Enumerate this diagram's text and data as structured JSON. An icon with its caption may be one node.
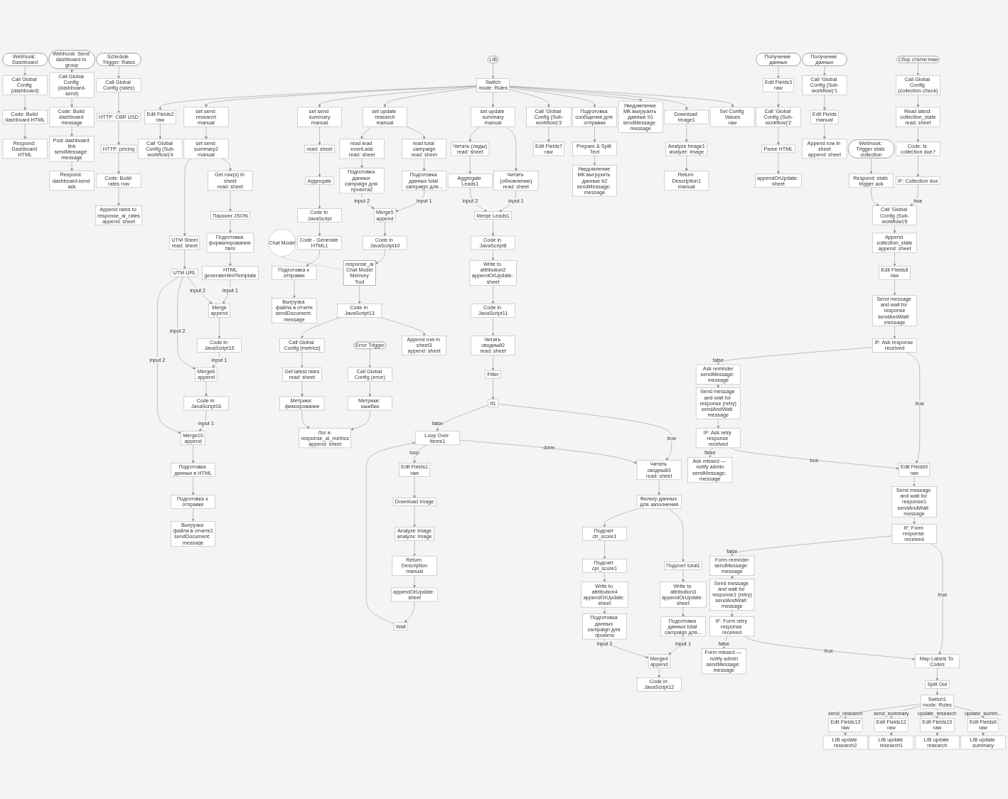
{
  "diagram": {
    "nodes": [
      {
        "text": [
          "Webhook: Dashboard"
        ]
      },
      {
        "text": [
          "Call Global Config (dashboard)"
        ]
      },
      {
        "text": [
          "Code: Build dashboard HTML"
        ]
      },
      {
        "text": [
          "Respond: Dashboard HTML"
        ]
      },
      {
        "text": [
          "Webhook: Send dashboard to group"
        ]
      },
      {
        "text": [
          "Call Global Config (dashboard-send)"
        ]
      },
      {
        "text": [
          "Code: Build dashboard message"
        ]
      },
      {
        "text": [
          "Post dashboard link",
          "sendMessage: message"
        ]
      },
      {
        "text": [
          "Respond: dashboard-send ack"
        ]
      },
      {
        "text": [
          "Schedule Trigger: Rates"
        ]
      },
      {
        "text": [
          "Call Global Config (rates)"
        ]
      },
      {
        "text": [
          "HTTP: CBR USD"
        ]
      },
      {
        "text": [
          "HTTP: pricing"
        ]
      },
      {
        "text": [
          "Code: Build rates row"
        ]
      },
      {
        "text": [
          "Append rates to response_ai_rates",
          "append: sheet"
        ]
      },
      {
        "text": [
          "LIB"
        ]
      },
      {
        "text": [
          "Switch",
          "mode: Rules"
        ]
      },
      {
        "text": [
          "Set Config Values",
          "raw"
        ]
      },
      {
        "text": [
          "Download Image1"
        ]
      },
      {
        "text": [
          "Analyze Image1",
          "analyze: image"
        ]
      },
      {
        "text": [
          "Return Description1",
          "manual"
        ]
      },
      {
        "text": [
          "Уведомление МК выгрузить данные b1",
          "sendMessage: message"
        ]
      },
      {
        "text": [
          "Подготовка сообщения для отправки"
        ]
      },
      {
        "text": [
          "Prepare & Split Text"
        ]
      },
      {
        "text": [
          "Уведомление МК выгрузить данные b2",
          "sendMessage: message"
        ]
      },
      {
        "text": [
          "Call 'Global Config (Sub-workflow)'3"
        ]
      },
      {
        "text": [
          "Edit Fields7",
          "raw"
        ]
      },
      {
        "text": [
          "set update summary",
          "manual"
        ]
      },
      {
        "text": [
          "Читать (обновление)",
          "read: sheet"
        ]
      },
      {
        "text": [
          "Читать (лиды)",
          "read: sheet"
        ]
      },
      {
        "text": [
          "Aggregate Leads1"
        ]
      },
      {
        "text": [
          "Merge Leads1"
        ]
      },
      {
        "text": [
          "Code in JavaScript8"
        ]
      },
      {
        "text": [
          "Write to attribution2",
          "appendOrUpdate: sheet"
        ]
      },
      {
        "text": [
          "Code in JavaScript11"
        ]
      },
      {
        "text": [
          "Читать сводный2",
          "read: sheet"
        ]
      },
      {
        "text": [
          "Filter"
        ]
      },
      {
        "text": [
          "If1"
        ]
      },
      {
        "text": [
          "Читать сводный3",
          "read: sheet"
        ]
      },
      {
        "text": [
          "Фильтр данных для заполнения"
        ]
      },
      {
        "text": [
          "Подсчет total1"
        ]
      },
      {
        "text": [
          "Write to attribution3",
          "appendOrUpdate: sheet"
        ]
      },
      {
        "text": [
          "Подготовка данных total campaign для..."
        ]
      },
      {
        "text": [
          "Подсчет ctr_score1"
        ]
      },
      {
        "text": [
          "Подсчет cpl_score1"
        ]
      },
      {
        "text": [
          "Write to attribution4",
          "appendOrUpdate: sheet"
        ]
      },
      {
        "text": [
          "Подготовка данных campaign для проекта"
        ]
      },
      {
        "text": [
          "Merge4",
          "append"
        ]
      },
      {
        "text": [
          "Code in JavaScript12"
        ]
      },
      {
        "text": [
          "Loop Over Items1"
        ]
      },
      {
        "text": [
          "Edit Fields1",
          "raw"
        ]
      },
      {
        "text": [
          "Download Image"
        ]
      },
      {
        "text": [
          "Analyze Image",
          "analyze: image"
        ]
      },
      {
        "text": [
          "Return Description",
          "manual"
        ]
      },
      {
        "text": [
          "appendOrUpdate: sheet"
        ]
      },
      {
        "text": [
          "Wait"
        ]
      },
      {
        "text": [
          "set update research",
          "manual"
        ]
      },
      {
        "text": [
          "read total campaign",
          "read: sheet"
        ]
      },
      {
        "text": [
          "Подготовка данных total campaign для..."
        ]
      },
      {
        "text": [
          "read lead event.ads",
          "read: sheet"
        ]
      },
      {
        "text": [
          "Подготовка данных campaign для проекта2"
        ]
      },
      {
        "text": [
          "Merge5",
          "append"
        ]
      },
      {
        "text": [
          "Code in JavaScript10"
        ]
      },
      {
        "text": [
          "response_ai",
          "Chat Model",
          "Memory",
          "Tool"
        ]
      },
      {
        "text": [
          "Chat Model"
        ]
      },
      {
        "text": [
          "Code in JavaScript13"
        ]
      },
      {
        "text": [
          "Append row in sheet3",
          "append: sheet"
        ]
      },
      {
        "text": [
          "Call Global Config (metrics)"
        ]
      },
      {
        "text": [
          "Get latest rates",
          "read: sheet"
        ]
      },
      {
        "text": [
          "Метрики: фиксирование"
        ]
      },
      {
        "text": [
          "Лог в response_ai_metrics",
          "append: sheet"
        ]
      },
      {
        "text": [
          "set send summary",
          "manual"
        ]
      },
      {
        "text": [
          "read: sheet"
        ]
      },
      {
        "text": [
          "Aggregate"
        ]
      },
      {
        "text": [
          "Code in JavaScript"
        ]
      },
      {
        "text": [
          "Code - Generate HTML1"
        ]
      },
      {
        "text": [
          "Подготовка к отправке"
        ]
      },
      {
        "text": [
          "Выгрузка файла в отчете",
          "sendDocument: message"
        ]
      },
      {
        "text": [
          "set send research",
          "manual"
        ]
      },
      {
        "text": [
          "set send summary2",
          "manual"
        ]
      },
      {
        "text": [
          "Get row(s) in sheet",
          "read: sheet"
        ]
      },
      {
        "text": [
          "Парсинг JSON"
        ]
      },
      {
        "text": [
          "Подготовка форматирования html"
        ]
      },
      {
        "text": [
          "HTML",
          "generateHtmlTemplate"
        ]
      },
      {
        "text": [
          "Merge",
          "append"
        ]
      },
      {
        "text": [
          "Code in JavaScript15"
        ]
      },
      {
        "text": [
          "Merge6",
          "append"
        ]
      },
      {
        "text": [
          "Code in JavaScript16"
        ]
      },
      {
        "text": [
          "Merge10",
          "append"
        ]
      },
      {
        "text": [
          "Подготовка данных в HTML"
        ]
      },
      {
        "text": [
          "Подготовка к отправке"
        ]
      },
      {
        "text": [
          "Выгрузка файла в отчете2",
          "sendDocument: message"
        ]
      },
      {
        "text": [
          "UTM Sheet",
          "read: sheet"
        ]
      },
      {
        "text": [
          "UTM URL"
        ]
      },
      {
        "text": [
          "Edit Fields2",
          "raw"
        ]
      },
      {
        "text": [
          "Call 'Global Config (Sub-workflow)'4"
        ]
      },
      {
        "text": [
          "Error Trigger"
        ]
      },
      {
        "text": [
          "Call Global Config (error)"
        ]
      },
      {
        "text": [
          "Метрики: ошибка"
        ]
      },
      {
        "text": [
          "Получение данных"
        ]
      },
      {
        "text": [
          "Edit Fields3",
          "raw"
        ]
      },
      {
        "text": [
          "Call 'Global Config (Sub-workflow)'2"
        ]
      },
      {
        "text": [
          "Parse HTML"
        ]
      },
      {
        "text": [
          "appendOrUpdate: sheet"
        ]
      },
      {
        "text": [
          "Получение данных"
        ]
      },
      {
        "text": [
          "Call 'Global Config (Sub-workflow)'1"
        ]
      },
      {
        "text": [
          "Edit Fields",
          "manual"
        ]
      },
      {
        "text": [
          "Append row in sheet",
          "append: sheet"
        ]
      },
      {
        "text": [
          "Сбор статистики"
        ]
      },
      {
        "text": [
          "Call Global Config (collection check)"
        ]
      },
      {
        "text": [
          "Read latest collection_state",
          "read: sheet"
        ]
      },
      {
        "text": [
          "Code: Is collection due?"
        ]
      },
      {
        "text": [
          "IF: Collection due"
        ]
      },
      {
        "text": [
          "Webhook: Trigger stats collection"
        ]
      },
      {
        "text": [
          "Respond: stats trigger ack"
        ]
      },
      {
        "text": [
          "Call 'Global Config (Sub-workflow)'6"
        ]
      },
      {
        "text": [
          "Append collection_state",
          "append: sheet"
        ]
      },
      {
        "text": [
          "Edit Fields8",
          "raw"
        ]
      },
      {
        "text": [
          "Send message and wait for response",
          "sendAndWait: message"
        ]
      },
      {
        "text": [
          "IF: Ask response received"
        ]
      },
      {
        "text": [
          "Ask reminder",
          "sendMessage: message"
        ]
      },
      {
        "text": [
          "Send message and wait for response (retry)",
          "sendAndWait: message"
        ]
      },
      {
        "text": [
          "IF: Ask retry response received"
        ]
      },
      {
        "text": [
          "Ask missed — notify admin",
          "sendMessage: message"
        ]
      },
      {
        "text": [
          "Edit Fields9",
          "raw"
        ]
      },
      {
        "text": [
          "Send message and wait for response1",
          "sendAndWait: message"
        ]
      },
      {
        "text": [
          "IF: Form response received"
        ]
      },
      {
        "text": [
          "Form reminder",
          "sendMessage: message"
        ]
      },
      {
        "text": [
          "Send message and wait for response1 (retry)",
          "sendAndWait: message"
        ]
      },
      {
        "text": [
          "IF: Form retry response received"
        ]
      },
      {
        "text": [
          "Form missed — notify admin",
          "sendMessage: message"
        ]
      },
      {
        "text": [
          "Map Labels To Codes"
        ]
      },
      {
        "text": [
          "Split Out"
        ]
      },
      {
        "text": [
          "Switch1",
          "mode: Rules"
        ]
      },
      {
        "text": [
          "Edit Fields6",
          "raw"
        ]
      },
      {
        "text": [
          "LIB update summary"
        ]
      },
      {
        "text": [
          "Edit Fields10",
          "raw"
        ]
      },
      {
        "text": [
          "LIB update research"
        ]
      },
      {
        "text": [
          "Edit Fields12",
          "raw"
        ]
      },
      {
        "text": [
          "LIB update research1"
        ]
      },
      {
        "text": [
          "Edit Fields13",
          "raw"
        ]
      },
      {
        "text": [
          "LIB update research2"
        ]
      }
    ],
    "edges": [
      {
        "from": 0,
        "to": 1,
        "arrow": "to"
      },
      {
        "from": 1,
        "to": 2,
        "arrow": "to"
      },
      {
        "from": 2,
        "to": 3,
        "arrow": "to"
      },
      {
        "from": 4,
        "to": 5,
        "arrow": "to"
      },
      {
        "from": 5,
        "to": 6,
        "arrow": "to"
      },
      {
        "from": 6,
        "to": 7,
        "arrow": "to"
      },
      {
        "from": 7,
        "to": 8,
        "arrow": "to"
      },
      {
        "from": 9,
        "to": 10,
        "arrow": "to"
      },
      {
        "from": 10,
        "to": 11,
        "arrow": "to"
      },
      {
        "from": 11,
        "to": 12,
        "arrow": "to"
      },
      {
        "from": 12,
        "to": 13,
        "arrow": "to"
      },
      {
        "from": 13,
        "to": 14,
        "arrow": "to"
      },
      {
        "from": 15,
        "to": 16,
        "arrow": "to"
      },
      {
        "from": 16,
        "to": 17,
        "arrow": "to"
      },
      {
        "from": 16,
        "to": 18,
        "arrow": "to"
      },
      {
        "from": 16,
        "to": 21,
        "arrow": "to"
      },
      {
        "from": 16,
        "to": 22,
        "arrow": "to"
      },
      {
        "from": 16,
        "to": 25,
        "arrow": "to"
      },
      {
        "from": 16,
        "to": 27,
        "arrow": "to"
      },
      {
        "from": 16,
        "to": 56,
        "arrow": "to"
      },
      {
        "from": 16,
        "to": 71,
        "arrow": "to"
      },
      {
        "from": 16,
        "to": 78,
        "arrow": "to"
      },
      {
        "from": 16,
        "to": 94,
        "arrow": "to"
      },
      {
        "from": 18,
        "to": 19,
        "arrow": "to"
      },
      {
        "from": 19,
        "to": 20,
        "arrow": "to"
      },
      {
        "from": 22,
        "to": 23,
        "arrow": "to"
      },
      {
        "from": 23,
        "to": 24,
        "arrow": "to"
      },
      {
        "from": 25,
        "to": 26,
        "arrow": "to"
      },
      {
        "from": 27,
        "to": 28,
        "arrow": "to"
      },
      {
        "from": 27,
        "to": 29,
        "arrow": "to"
      },
      {
        "from": 28,
        "to": 31,
        "arrow": "to",
        "label": "input 1"
      },
      {
        "from": 29,
        "to": 30,
        "arrow": "to"
      },
      {
        "from": 30,
        "to": 31,
        "arrow": "to",
        "label": "input 2"
      },
      {
        "from": 31,
        "to": 32,
        "arrow": "to"
      },
      {
        "from": 32,
        "to": 33,
        "arrow": "to"
      },
      {
        "from": 33,
        "to": 34,
        "arrow": "to"
      },
      {
        "from": 34,
        "to": 35,
        "arrow": "to"
      },
      {
        "from": 35,
        "to": 36,
        "arrow": "to"
      },
      {
        "from": 36,
        "to": 37,
        "arrow": "to"
      },
      {
        "from": 37,
        "to": 38,
        "arrow": "to",
        "label": "true"
      },
      {
        "from": 37,
        "to": 49,
        "arrow": "to",
        "label": "false"
      },
      {
        "from": 38,
        "to": 39,
        "arrow": "to"
      },
      {
        "from": 39,
        "to": 40,
        "arrow": "to"
      },
      {
        "from": 39,
        "to": 43,
        "arrow": "to"
      },
      {
        "from": 40,
        "to": 41,
        "arrow": "to"
      },
      {
        "from": 41,
        "to": 42,
        "arrow": "to"
      },
      {
        "from": 42,
        "to": 47,
        "arrow": "to",
        "label": "input 1"
      },
      {
        "from": 43,
        "to": 44,
        "arrow": "to"
      },
      {
        "from": 44,
        "to": 45,
        "arrow": "to"
      },
      {
        "from": 45,
        "to": 46,
        "arrow": "to"
      },
      {
        "from": 46,
        "to": 47,
        "arrow": "to",
        "label": "input 2"
      },
      {
        "from": 47,
        "to": 48,
        "arrow": "to"
      },
      {
        "from": 49,
        "to": 38,
        "arrow": "to",
        "label": "done"
      },
      {
        "from": 49,
        "to": 50,
        "arrow": "to",
        "label": "loop"
      },
      {
        "from": 50,
        "to": 51,
        "arrow": "to"
      },
      {
        "from": 51,
        "to": 52,
        "arrow": "to"
      },
      {
        "from": 52,
        "to": 53,
        "arrow": "to"
      },
      {
        "from": 53,
        "to": 54,
        "arrow": "to"
      },
      {
        "from": 54,
        "to": 55,
        "arrow": "to"
      },
      {
        "from": 55,
        "to": 49,
        "arrow": "to"
      },
      {
        "from": 56,
        "to": 57,
        "arrow": "to"
      },
      {
        "from": 56,
        "to": 59,
        "arrow": "to"
      },
      {
        "from": 57,
        "to": 58,
        "arrow": "to"
      },
      {
        "from": 58,
        "to": 61,
        "arrow": "to",
        "label": "input 1"
      },
      {
        "from": 59,
        "to": 60,
        "arrow": "to"
      },
      {
        "from": 60,
        "to": 61,
        "arrow": "to",
        "label": "input 2"
      },
      {
        "from": 61,
        "to": 62,
        "arrow": "to"
      },
      {
        "from": 62,
        "to": 63,
        "arrow": "to"
      },
      {
        "from": 64,
        "to": 63,
        "arrow": "none",
        "style": "dashed"
      },
      {
        "from": 63,
        "to": 65,
        "arrow": "to"
      },
      {
        "from": 65,
        "to": 66,
        "arrow": "to"
      },
      {
        "from": 65,
        "to": 67,
        "arrow": "to"
      },
      {
        "from": 67,
        "to": 68,
        "arrow": "to"
      },
      {
        "from": 68,
        "to": 69,
        "arrow": "to"
      },
      {
        "from": 69,
        "to": 70,
        "arrow": "to"
      },
      {
        "from": 71,
        "to": 72,
        "arrow": "to"
      },
      {
        "from": 72,
        "to": 73,
        "arrow": "to"
      },
      {
        "from": 73,
        "to": 74,
        "arrow": "to"
      },
      {
        "from": 74,
        "to": 75,
        "arrow": "to"
      },
      {
        "from": 75,
        "to": 76,
        "arrow": "to"
      },
      {
        "from": 76,
        "to": 77,
        "arrow": "to"
      },
      {
        "from": 78,
        "to": 79,
        "arrow": "to"
      },
      {
        "from": 79,
        "to": 80,
        "arrow": "to"
      },
      {
        "from": 79,
        "to": 92,
        "arrow": "to"
      },
      {
        "from": 80,
        "to": 81,
        "arrow": "to"
      },
      {
        "from": 81,
        "to": 82,
        "arrow": "to"
      },
      {
        "from": 82,
        "to": 83,
        "arrow": "to"
      },
      {
        "from": 83,
        "to": 84,
        "arrow": "to",
        "label": "input 1"
      },
      {
        "from": 92,
        "to": 93,
        "arrow": "to"
      },
      {
        "from": 93,
        "to": 84,
        "arrow": "to",
        "label": "input 2"
      },
      {
        "from": 84,
        "to": 85,
        "arrow": "to"
      },
      {
        "from": 85,
        "to": 86,
        "arrow": "to",
        "label": "input 1"
      },
      {
        "from": 93,
        "to": 86,
        "arrow": "to",
        "label": "input 2"
      },
      {
        "from": 86,
        "to": 87,
        "arrow": "to"
      },
      {
        "from": 87,
        "to": 88,
        "arrow": "to",
        "label": "input 1"
      },
      {
        "from": 93,
        "to": 88,
        "arrow": "to",
        "label": "input 2"
      },
      {
        "from": 88,
        "to": 89,
        "arrow": "to"
      },
      {
        "from": 89,
        "to": 90,
        "arrow": "to"
      },
      {
        "from": 90,
        "to": 91,
        "arrow": "to"
      },
      {
        "from": 94,
        "to": 95,
        "arrow": "to"
      },
      {
        "from": 96,
        "to": 97,
        "arrow": "to"
      },
      {
        "from": 97,
        "to": 98,
        "arrow": "to"
      },
      {
        "from": 98,
        "to": 70,
        "arrow": "to"
      },
      {
        "from": 99,
        "to": 100,
        "arrow": "to"
      },
      {
        "from": 100,
        "to": 101,
        "arrow": "to"
      },
      {
        "from": 101,
        "to": 102,
        "arrow": "to"
      },
      {
        "from": 102,
        "to": 103,
        "arrow": "to"
      },
      {
        "from": 104,
        "to": 105,
        "arrow": "to"
      },
      {
        "from": 105,
        "to": 106,
        "arrow": "to"
      },
      {
        "from": 106,
        "to": 107,
        "arrow": "to"
      },
      {
        "from": 108,
        "to": 109,
        "arrow": "to"
      },
      {
        "from": 109,
        "to": 110,
        "arrow": "to"
      },
      {
        "from": 110,
        "to": 111,
        "arrow": "to"
      },
      {
        "from": 111,
        "to": 112,
        "arrow": "to"
      },
      {
        "from": 112,
        "to": 115,
        "arrow": "to",
        "label": "true"
      },
      {
        "from": 113,
        "to": 114,
        "arrow": "to"
      },
      {
        "from": 114,
        "to": 115,
        "arrow": "to"
      },
      {
        "from": 115,
        "to": 116,
        "arrow": "to"
      },
      {
        "from": 116,
        "to": 117,
        "arrow": "to"
      },
      {
        "from": 117,
        "to": 118,
        "arrow": "to"
      },
      {
        "from": 118,
        "to": 119,
        "arrow": "to"
      },
      {
        "from": 119,
        "to": 124,
        "arrow": "to",
        "label": "true"
      },
      {
        "from": 119,
        "to": 120,
        "arrow": "to",
        "label": "false"
      },
      {
        "from": 120,
        "to": 121,
        "arrow": "to"
      },
      {
        "from": 121,
        "to": 122,
        "arrow": "to"
      },
      {
        "from": 122,
        "to": 124,
        "arrow": "to",
        "label": "true"
      },
      {
        "from": 122,
        "to": 123,
        "arrow": "to",
        "label": "false"
      },
      {
        "from": 124,
        "to": 125,
        "arrow": "to"
      },
      {
        "from": 125,
        "to": 126,
        "arrow": "to"
      },
      {
        "from": 126,
        "to": 131,
        "arrow": "to",
        "label": "true"
      },
      {
        "from": 126,
        "to": 127,
        "arrow": "to",
        "label": "false"
      },
      {
        "from": 127,
        "to": 128,
        "arrow": "to"
      },
      {
        "from": 128,
        "to": 129,
        "arrow": "to"
      },
      {
        "from": 129,
        "to": 131,
        "arrow": "to",
        "label": "true"
      },
      {
        "from": 129,
        "to": 130,
        "arrow": "to",
        "label": "false"
      },
      {
        "from": 131,
        "to": 132,
        "arrow": "to"
      },
      {
        "from": 132,
        "to": 133,
        "arrow": "to"
      },
      {
        "from": 133,
        "to": 134,
        "arrow": "to",
        "label": "update_summ..."
      },
      {
        "from": 133,
        "to": 136,
        "arrow": "to",
        "label": "update_research"
      },
      {
        "from": 133,
        "to": 138,
        "arrow": "to",
        "label": "send_summary"
      },
      {
        "from": 133,
        "to": 140,
        "arrow": "to",
        "label": "send_research"
      },
      {
        "from": 134,
        "to": 135,
        "arrow": "to"
      },
      {
        "from": 136,
        "to": 137,
        "arrow": "to"
      },
      {
        "from": 138,
        "to": 139,
        "arrow": "to"
      },
      {
        "from": 140,
        "to": 141,
        "arrow": "to"
      }
    ]
  }
}
